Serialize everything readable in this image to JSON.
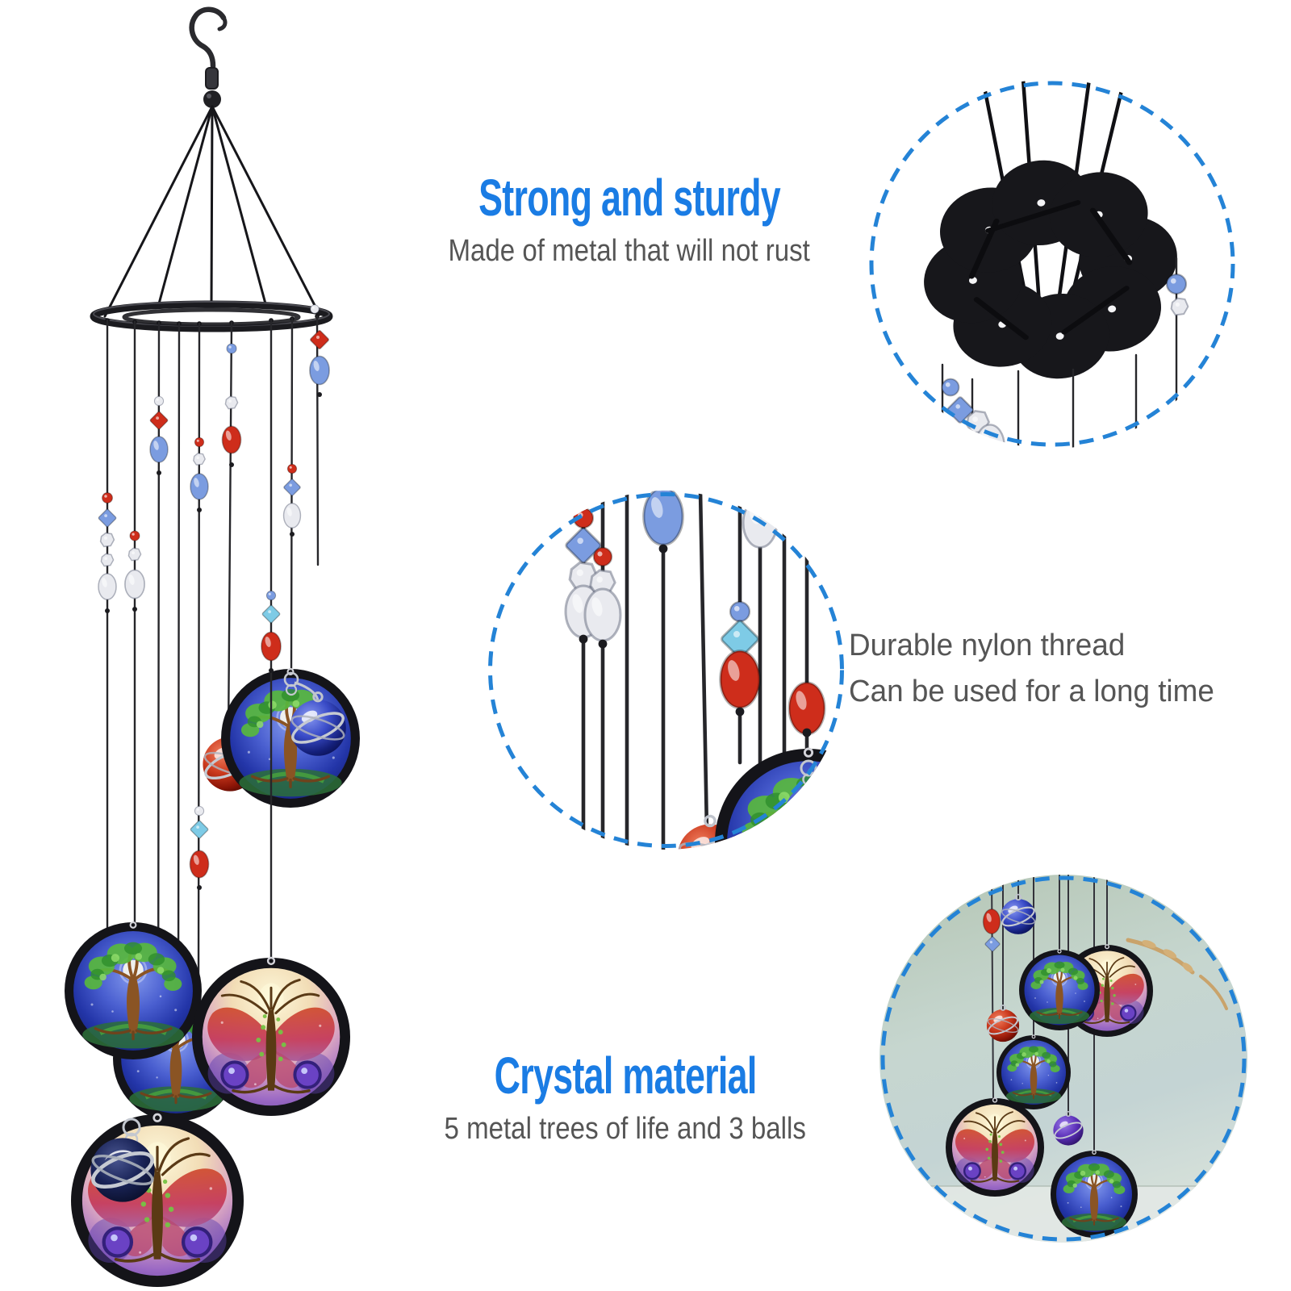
{
  "colors": {
    "background": "#ffffff",
    "accent_blue": "#1a7ce4",
    "body_text_gray": "#555555",
    "callout_dash_blue": "#2483d6"
  },
  "features": {
    "strong": {
      "title": "Strong and sturdy",
      "subtitle": "Made of metal that will not rust"
    },
    "thread": {
      "line1": "Durable nylon thread",
      "line2": "Can be used for a long time"
    },
    "crystal": {
      "title": "Crystal material",
      "subtitle": "5 metal trees of life and 3 balls"
    }
  }
}
